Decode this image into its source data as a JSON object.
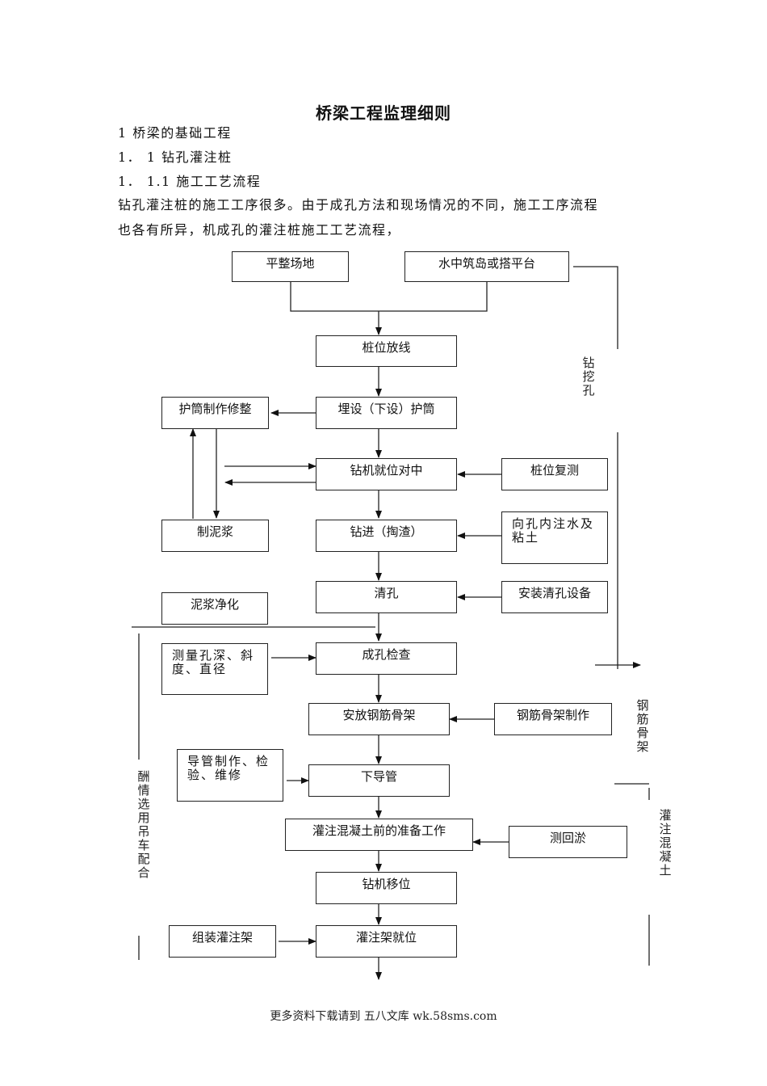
{
  "document": {
    "title": "桥梁工程监理细则",
    "section_1": "1 桥梁的基础工程",
    "section_1_1": "1． 1 钻孔灌注桩",
    "section_1_1_1": "1． 1.1 施工工艺流程",
    "paragraph_line_1": "钻孔灌注桩的施工工序很多。由于成孔方法和现场情况的不同，施工工序流程",
    "paragraph_line_2": "也各有所异，机成孔的灌注桩施工工艺流程，"
  },
  "flowchart": {
    "main_steps": [
      "平整场地",
      "水中筑岛或搭平台",
      "桩位放线",
      "埋设（下设）护筒",
      "钻机就位对中",
      "钻进（掏渣）",
      "清孔",
      "成孔检查",
      "安放钢筋骨架",
      "下导管",
      "灌注混凝土前的准备工作",
      "钻机移位",
      "灌注架就位"
    ],
    "side_steps": [
      "护筒制作修整",
      "制泥浆",
      "泥浆净化",
      "测量孔深、斜度、直径",
      "导管制作、检验、维修",
      "组装灌注架",
      "桩位复测",
      "向孔内注水及粘土",
      "安装清孔设备",
      "钢筋骨架制作",
      "测回淤"
    ],
    "phase_labels": {
      "drilling": "钻挖孔",
      "rebar": "钢筋骨架",
      "concrete": "灌注混凝土",
      "crane": "酬情选用吊车配合"
    }
  },
  "footer": "更多资料下载请到 五八文库 wk.58sms.com"
}
